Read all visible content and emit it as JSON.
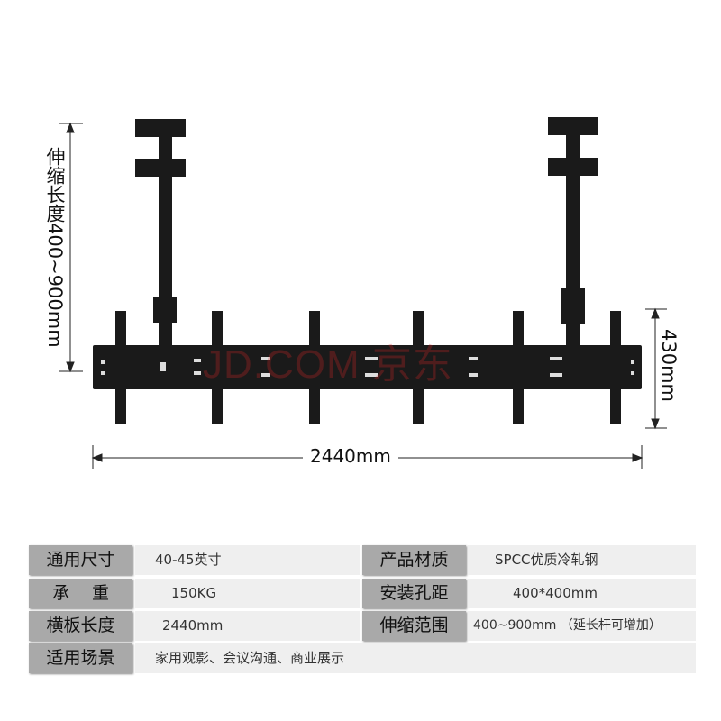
{
  "drawing": {
    "height_label": "伸缩长度400~900mm",
    "plate_height_label": "430mm",
    "width_label": "2440mm",
    "watermark": "JD.COM 京东",
    "mount_color": "#1a1a1a"
  },
  "specs": [
    {
      "label1": "通用尺寸",
      "value1": "40-45英寸",
      "label2": "产品材质",
      "value2": "SPCC优质冷轧钢"
    },
    {
      "label1": "承　 重",
      "value1": "150KG",
      "label2": "安装孔距",
      "value2": "400*400mm"
    },
    {
      "label1": "横板长度",
      "value1": "2440mm",
      "label2": "伸缩范围",
      "value2": "400~900mm （延长杆可增加）"
    },
    {
      "label1": "适用场景",
      "value1": "家用观影、会议沟通、商业展示"
    }
  ]
}
